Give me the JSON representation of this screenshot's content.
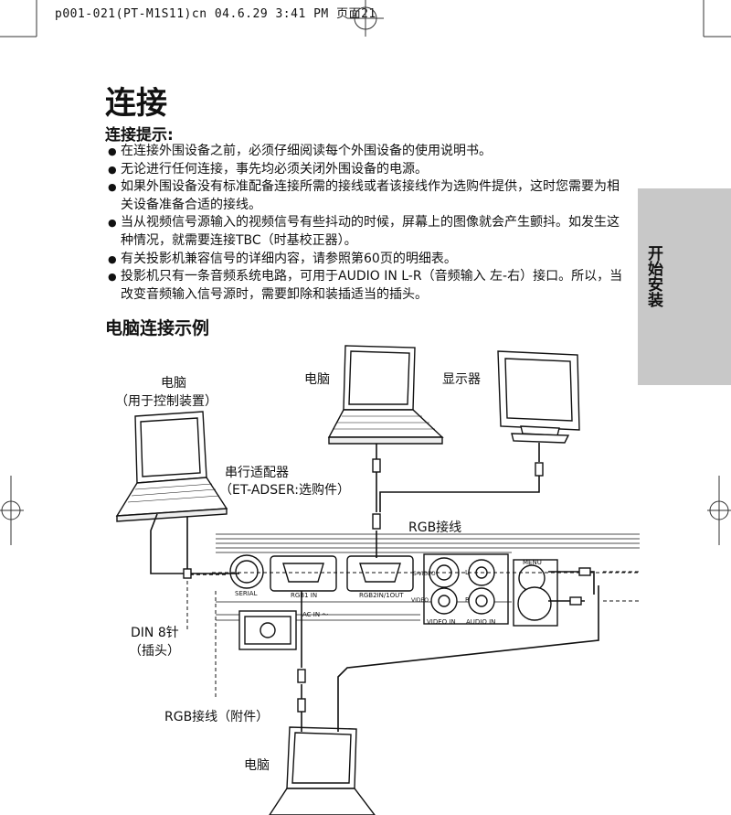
{
  "header": {
    "slug_line": "p001-021(PT-M1S11)cn 04.6.29 3:41 PM 页面21"
  },
  "page": {
    "title": "连接"
  },
  "tips": {
    "heading": "连接提示:",
    "items": [
      "在连接外围设备之前，必须仔细阅读每个外围设备的使用说明书。",
      "无论进行任何连接，事先均必须关闭外围设备的电源。",
      "如果外围设备没有标准配备连接所需的接线或者该接线作为选购件提供，这时您需要为相关设备准备合适的接线。",
      "当从视频信号源输入的视频信号有些抖动的时候，屏幕上的图像就会产生颤抖。如发生这种情况，就需要连接TBC（时基校正器）。",
      "有关投影机兼容信号的详细内容，请参照第60页的明细表。",
      "投影机只有一条音频系统电路，可用于AUDIO IN L-R（音频输入 左-右）接口。所以，当改变音频输入信号源时，需要卸除和装插适当的插头。"
    ]
  },
  "side_tab": {
    "label": "开始安装"
  },
  "diagram": {
    "heading": "电脑连接示例",
    "labels": {
      "pc_left": "电脑",
      "pc_left_note": "（用于控制装置）",
      "pc_top": "电脑",
      "monitor": "显示器",
      "serial_adapter": "串行适配器",
      "serial_adapter_note": "（ET-ADSER:选购件）",
      "rgb_cable": "RGB接线",
      "din": "DIN 8针",
      "din_note": "（插头）",
      "rgb_cable_acc": "RGB接线（附件）",
      "pc_bottom": "电脑"
    },
    "panel": {
      "serial": "SERIAL",
      "rgb1": "RGB1 IN",
      "rgb2": "RGB2IN/1OUT",
      "svideo": "S-VIDEO",
      "video": "VIDEO",
      "l": "L",
      "r": "R",
      "menu": "MENU",
      "acin": "AC IN ～",
      "videoin": "VIDEO IN",
      "audioin": "AUDIO IN"
    }
  }
}
